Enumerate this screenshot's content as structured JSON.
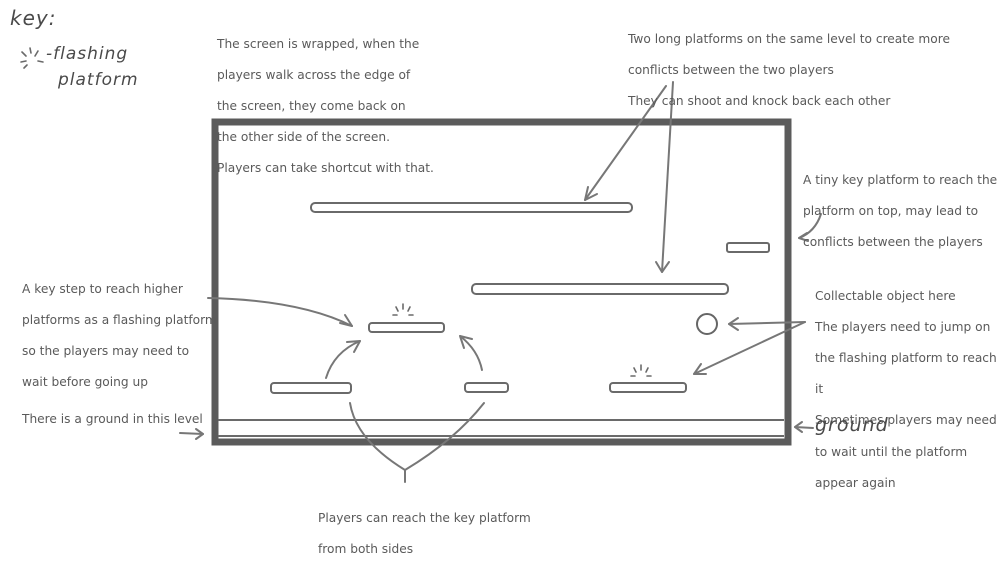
{
  "key": {
    "title": "key:",
    "item_label_line1": "-flashing",
    "item_label_line2": "platform"
  },
  "notes": {
    "wrap": [
      "The screen is wrapped, when the",
      "players walk across the edge of",
      "the screen, they come back on",
      "the other side of the screen.",
      "Players can take shortcut with that."
    ],
    "long_platforms": [
      "Two long platforms on the same level to create more",
      "conflicts between the two players",
      "They can shoot and knock back each other"
    ],
    "tiny_key": [
      "A tiny key platform to reach the",
      "platform on top, may lead to",
      "conflicts between the players"
    ],
    "key_step": [
      "A key step to reach higher",
      "platforms as a flashing platform",
      "so the players may need to",
      "wait before going up"
    ],
    "collectable": [
      "Collectable object here",
      "The players need to jump on",
      "the flashing platform to reach",
      "it",
      "Sometimes players may need",
      "to wait until the platform",
      "appear again"
    ],
    "ground_level": "There is a ground in this level",
    "both_sides": [
      "Players can reach the key platform",
      "from both sides"
    ],
    "ground_label": "ground"
  },
  "colors": {
    "frame": "#5b5b5b",
    "text": "#5a5a5a",
    "arrows": "#777777"
  }
}
